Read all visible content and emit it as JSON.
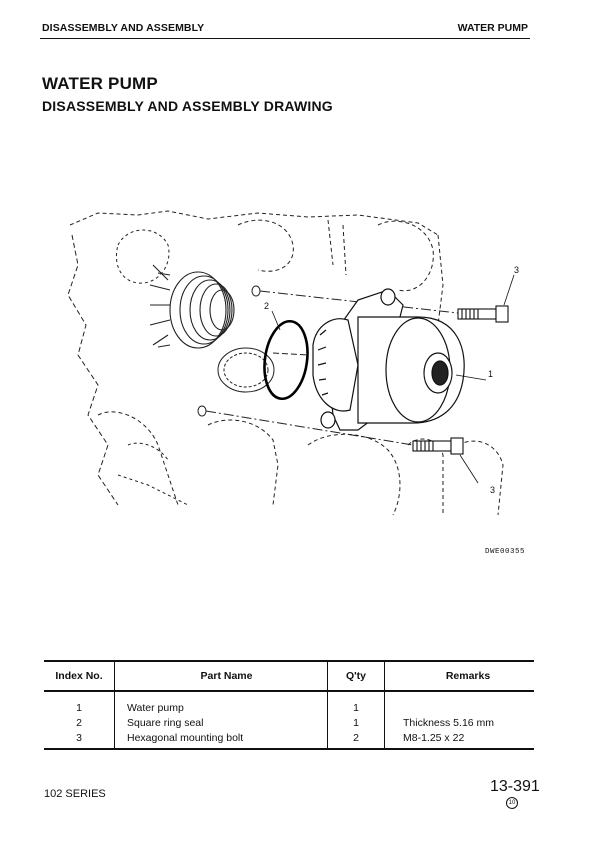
{
  "header": {
    "left": "DISASSEMBLY AND ASSEMBLY",
    "right": "WATER PUMP"
  },
  "page_title": "WATER PUMP",
  "page_subtitle": "DISASSEMBLY AND ASSEMBLY DRAWING",
  "drawing": {
    "callouts": [
      "1",
      "2",
      "3",
      "3"
    ],
    "figure_code": "DWE00355"
  },
  "table": {
    "headers": [
      "Index No.",
      "Part Name",
      "Q'ty",
      "Remarks"
    ],
    "rows": [
      {
        "index": "1",
        "name": "Water pump",
        "qty": "1",
        "remarks": ""
      },
      {
        "index": "2",
        "name": "Square ring seal",
        "qty": "1",
        "remarks": "Thickness 5.16 mm"
      },
      {
        "index": "3",
        "name": "Hexagonal mounting bolt",
        "qty": "2",
        "remarks": "M8-1.25 x 22"
      }
    ]
  },
  "footer": {
    "series": "102 SERIES",
    "page_number": "13-391",
    "revision_mark": "10"
  }
}
